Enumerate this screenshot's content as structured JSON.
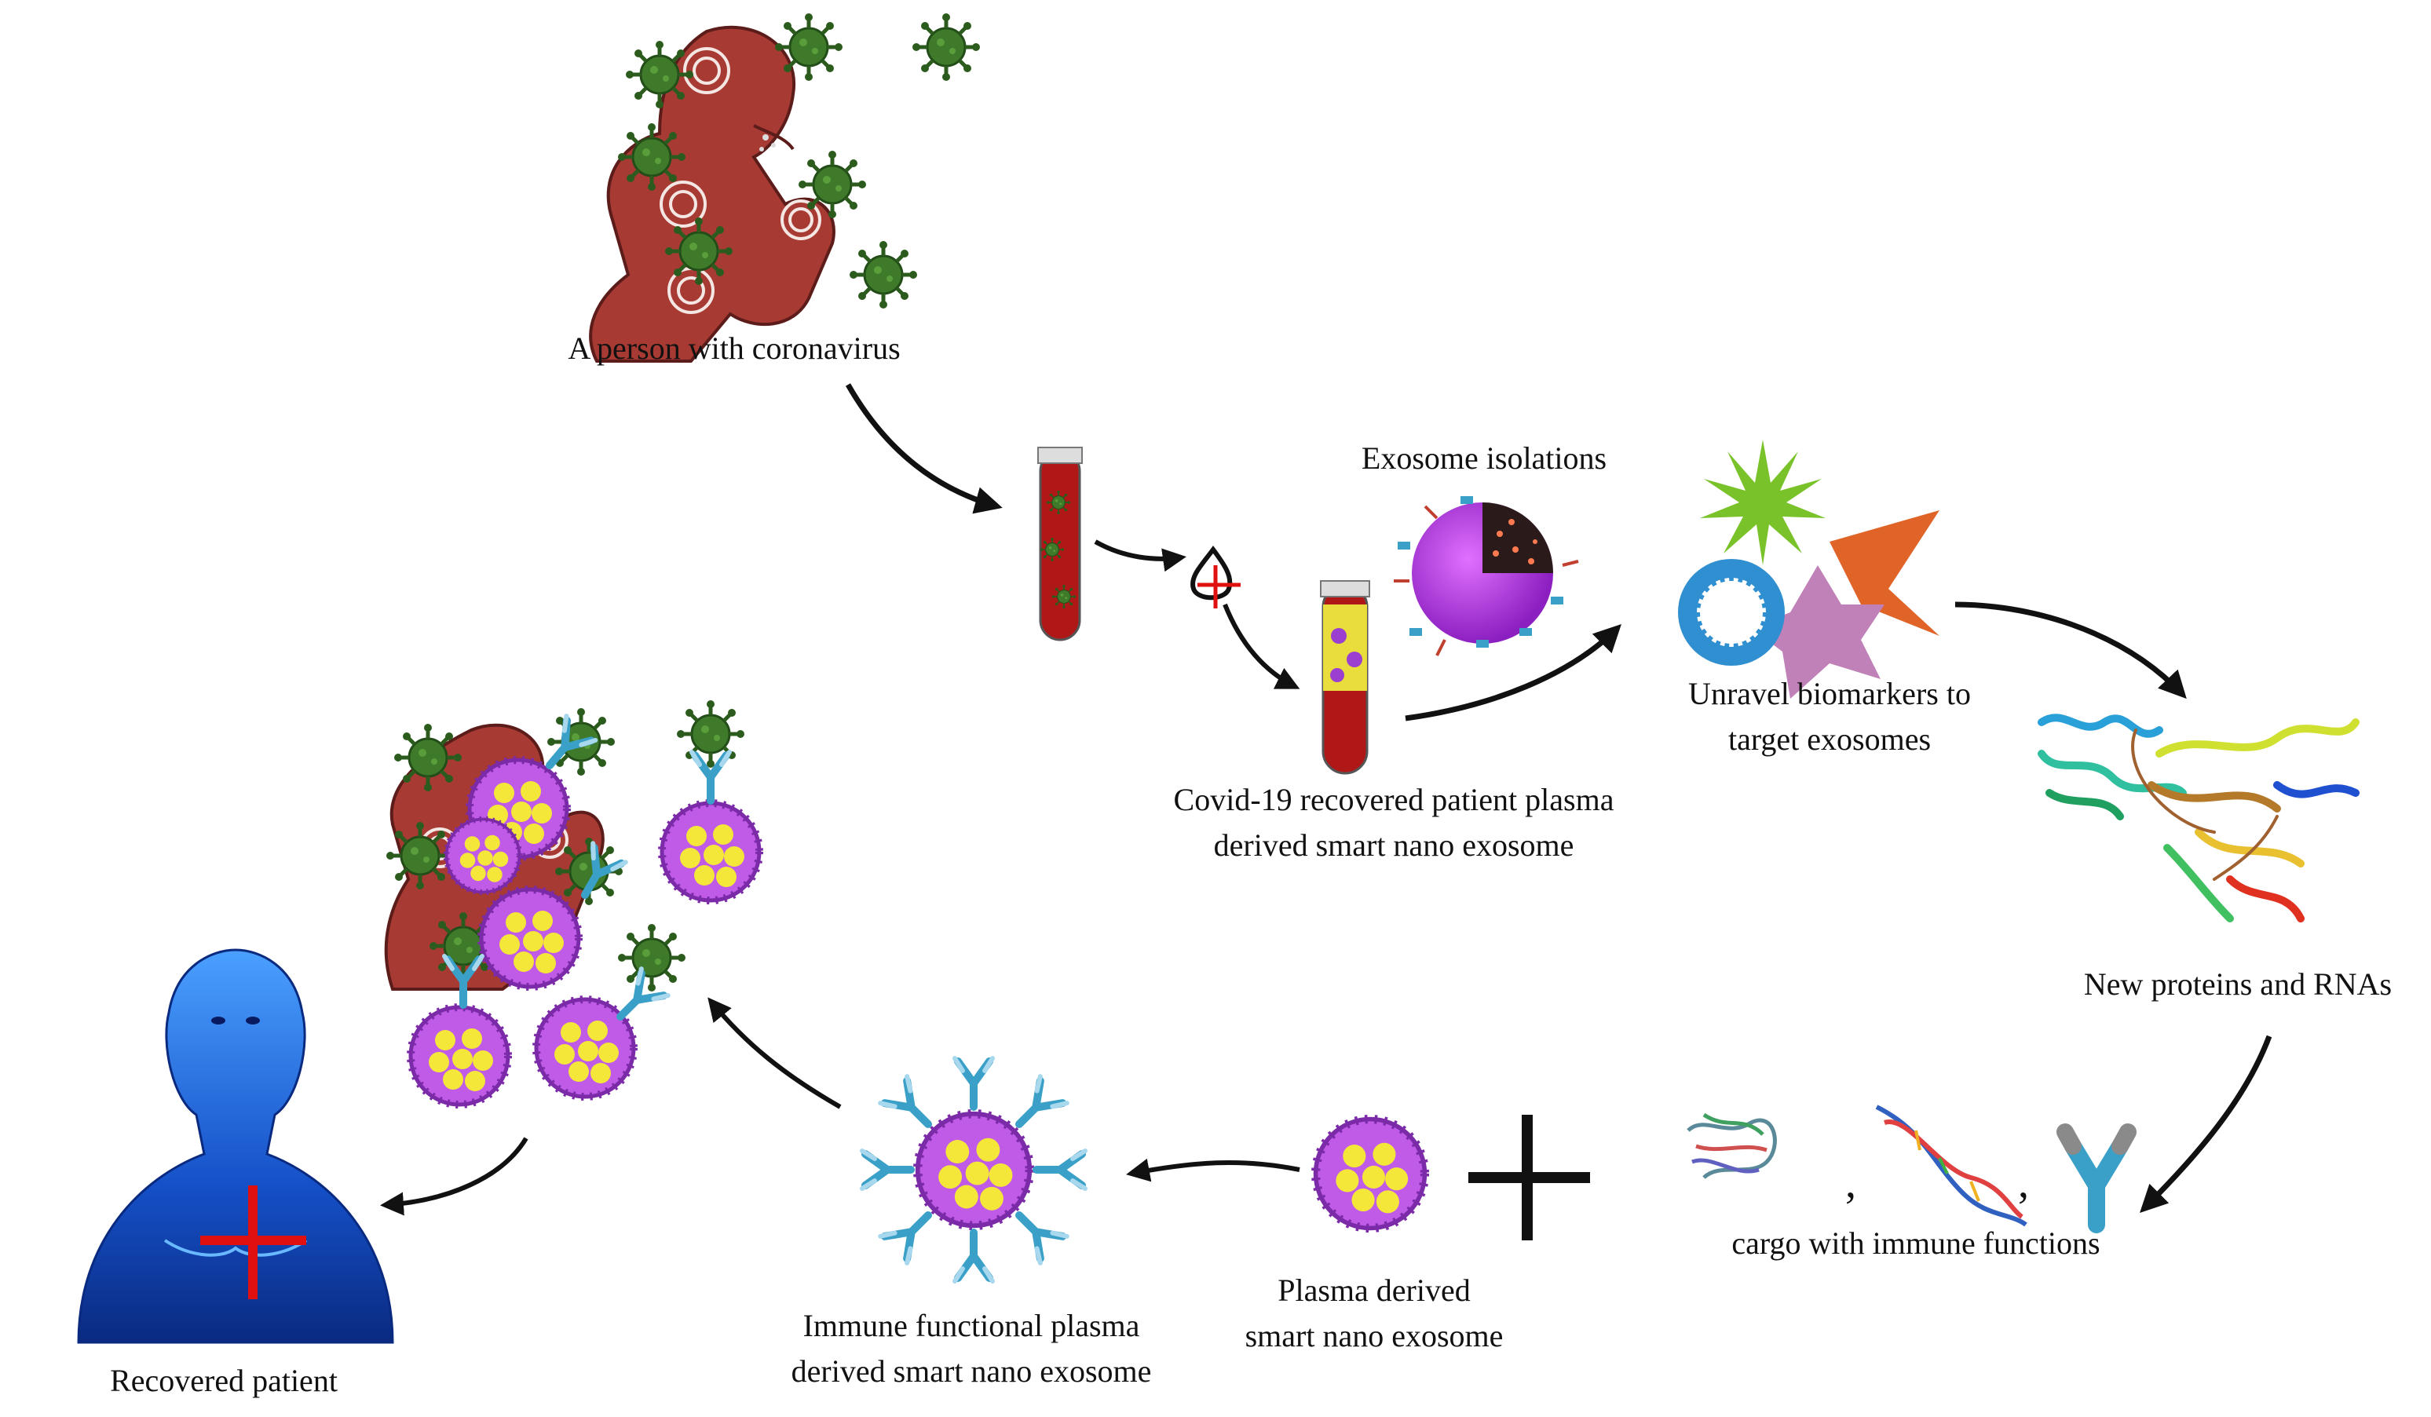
{
  "labels": {
    "person": "A person with coronavirus",
    "exosome_isolations": "Exosome isolations",
    "covid_line1": "Covid-19 recovered patient plasma",
    "covid_line2": "derived smart nano exosome",
    "biomarkers_line1": "Unravel biomarkers to",
    "biomarkers_line2": "target exosomes",
    "proteins": "New proteins and RNAs",
    "cargo": "cargo with immune functions",
    "plasma_line1": "Plasma derived",
    "plasma_line2": "smart nano exosome",
    "immune_line1": "Immune functional plasma",
    "immune_line2": "derived smart nano exosome",
    "recovered": "Recovered patient",
    "comma": ","
  },
  "colors": {
    "virus": "#3f7a2a",
    "person_shirt": "#a83a34",
    "blood": "#b01818",
    "plasma": "#e8dd3c",
    "exosome_membrane": "#b040d8",
    "exosome_cargo": "#f2e233",
    "antibody": "#3aa0c8",
    "patient_body": "#1a5fd8",
    "red_cross": "#e01010",
    "arrow": "#111111"
  }
}
